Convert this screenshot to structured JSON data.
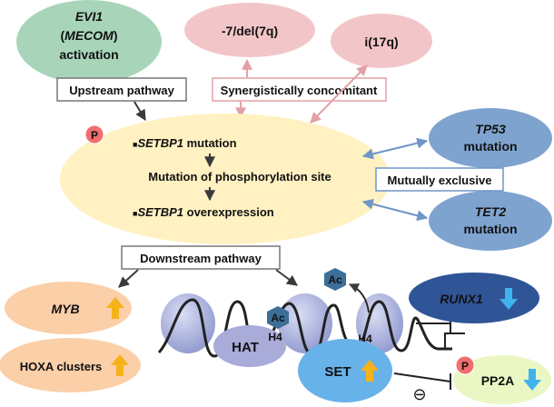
{
  "nodes": {
    "evi1": {
      "line1": "EVI1",
      "line2_open": "(",
      "line2_italic": "MECOM",
      "line2_close": ")",
      "line3": "activation"
    },
    "del7q": {
      "label": "-7/del(7q)"
    },
    "i17q": {
      "label": "i(17q)"
    },
    "tp53": {
      "line1": "TP53",
      "line2": "mutation"
    },
    "tet2": {
      "line1": "TET2",
      "line2": "mutation"
    },
    "center": {
      "bullet": "■",
      "line1_italic": "SETBP1",
      "line1_rest": " mutation",
      "line2": "Mutation of phosphorylation site",
      "line3_italic": "SETBP1",
      "line3_rest": " overexpression"
    },
    "myb": {
      "label": "MYB"
    },
    "hoxa": {
      "label": "HOXA clusters"
    },
    "runx1": {
      "label": "RUNX1"
    },
    "hat": {
      "label": "HAT"
    },
    "set": {
      "label": "SET"
    },
    "pp2a": {
      "label": "PP2A"
    },
    "ac_top": {
      "label": "Ac"
    },
    "ac_left": {
      "label": "Ac"
    },
    "h4_left": {
      "label": "H4"
    },
    "h4_right": {
      "label": "H4"
    },
    "p_top": {
      "label": "P"
    },
    "p_pp2a": {
      "label": "P"
    },
    "minus": {
      "label": "⊖"
    }
  },
  "boxes": {
    "upstream": "Upstream pathway",
    "synergy": "Synergistically concomitant",
    "mutually": "Mutually exclusive",
    "downstream": "Downstream pathway"
  },
  "colors": {
    "evi1_fill": "#a8d5b9",
    "pink_fill": "#f2c6c8",
    "blue_fill": "#7fa3cf",
    "center_fill": "#fff1c2",
    "orange_fill": "#fbcfa8",
    "runx1_fill": "#2f5597",
    "set_fill": "#68b2ea",
    "pp2a_fill": "#eaf7c4",
    "nucleosome": "#9fa7d6",
    "ac_fill": "#3c6e98",
    "p_fill": "#f26d6d",
    "up_arrow": "#f6b21a",
    "down_arrow": "#3fb3ee",
    "pink_arrow": "#e3a0a5",
    "blue_arrow": "#6f96c8"
  }
}
